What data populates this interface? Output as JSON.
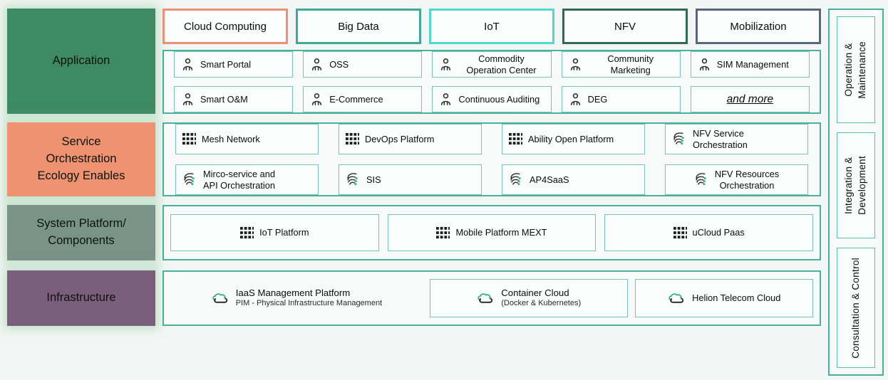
{
  "tabs": [
    {
      "label": "Cloud Computing",
      "border": "#ec9274"
    },
    {
      "label": "Big Data",
      "border": "#3bab94"
    },
    {
      "label": "IoT",
      "border": "#52d9ce"
    },
    {
      "label": "NFV",
      "border": "#2e6b52"
    },
    {
      "label": "Mobilization",
      "border": "#57687b"
    }
  ],
  "rows": {
    "application": {
      "header": "Application",
      "header_color": "#3e8a63",
      "items": [
        {
          "label": "Smart Portal",
          "icon": "person"
        },
        {
          "label": "OSS",
          "icon": "person"
        },
        {
          "label": "Commodity Operation Center",
          "icon": "person"
        },
        {
          "label": "Community Marketing",
          "icon": "person"
        },
        {
          "label": "SIM Management",
          "icon": "person"
        },
        {
          "label": "Smart O&M",
          "icon": "person"
        },
        {
          "label": "E-Commerce",
          "icon": "person"
        },
        {
          "label": "Continuous Auditing",
          "icon": "person"
        },
        {
          "label": "DEG",
          "icon": "person"
        },
        {
          "label": "and more",
          "icon": "none"
        }
      ]
    },
    "service": {
      "header": "Service\nOrchestration\nEcology Enables",
      "header_color": "#ef9270",
      "items": [
        {
          "label": "Mesh Network",
          "icon": "grid"
        },
        {
          "label": "DevOps Platform",
          "icon": "grid"
        },
        {
          "label": "Ability Open Platform",
          "icon": "grid"
        },
        {
          "label": "NFV Service\nOrchestration",
          "icon": "orchestration"
        },
        {
          "label": "Mirco-service and\nAPI Orchestration",
          "icon": "orchestration"
        },
        {
          "label": "SIS",
          "icon": "orchestration"
        },
        {
          "label": "AP4SaaS",
          "icon": "orchestration"
        },
        {
          "label": "NFV Resources\nOrchestration",
          "icon": "orchestration"
        }
      ]
    },
    "system": {
      "header": "System Platform/\nComponents",
      "header_color": "#7a9388",
      "items": [
        {
          "label": "IoT Platform",
          "icon": "grid"
        },
        {
          "label": "Mobile Platform MEXT",
          "icon": "grid"
        },
        {
          "label": "uCloud Paas",
          "icon": "grid"
        }
      ]
    },
    "infrastructure": {
      "header": "Infrastructure",
      "header_color": "#7a5e7c",
      "items": [
        {
          "label": "IaaS Management Platform",
          "subtitle": "PIM - Physical Infrastructure Management",
          "icon": "cloud-sync",
          "boxed": false
        },
        {
          "label": "Container Cloud",
          "subtitle": "(Docker & Kubernetes)",
          "icon": "cloud-sync",
          "boxed": true
        },
        {
          "label": "Helion Telecom Cloud",
          "subtitle": "",
          "icon": "cloud-sync",
          "boxed": true
        }
      ]
    }
  },
  "sidebar": [
    {
      "label": "Operation &\nMaintenance"
    },
    {
      "label": "Integration &\nDevelopment"
    },
    {
      "label": "Consultation & Control"
    }
  ],
  "colors": {
    "background": "#f3f6f4",
    "panel_border": "#46b29c",
    "item_border": "#74c6b1",
    "accent_green": "#2fb57e",
    "application": "#3e8a63",
    "service_orchestration": "#ef9270",
    "system_platform": "#7a9388",
    "infrastructure": "#7a5e7c"
  }
}
